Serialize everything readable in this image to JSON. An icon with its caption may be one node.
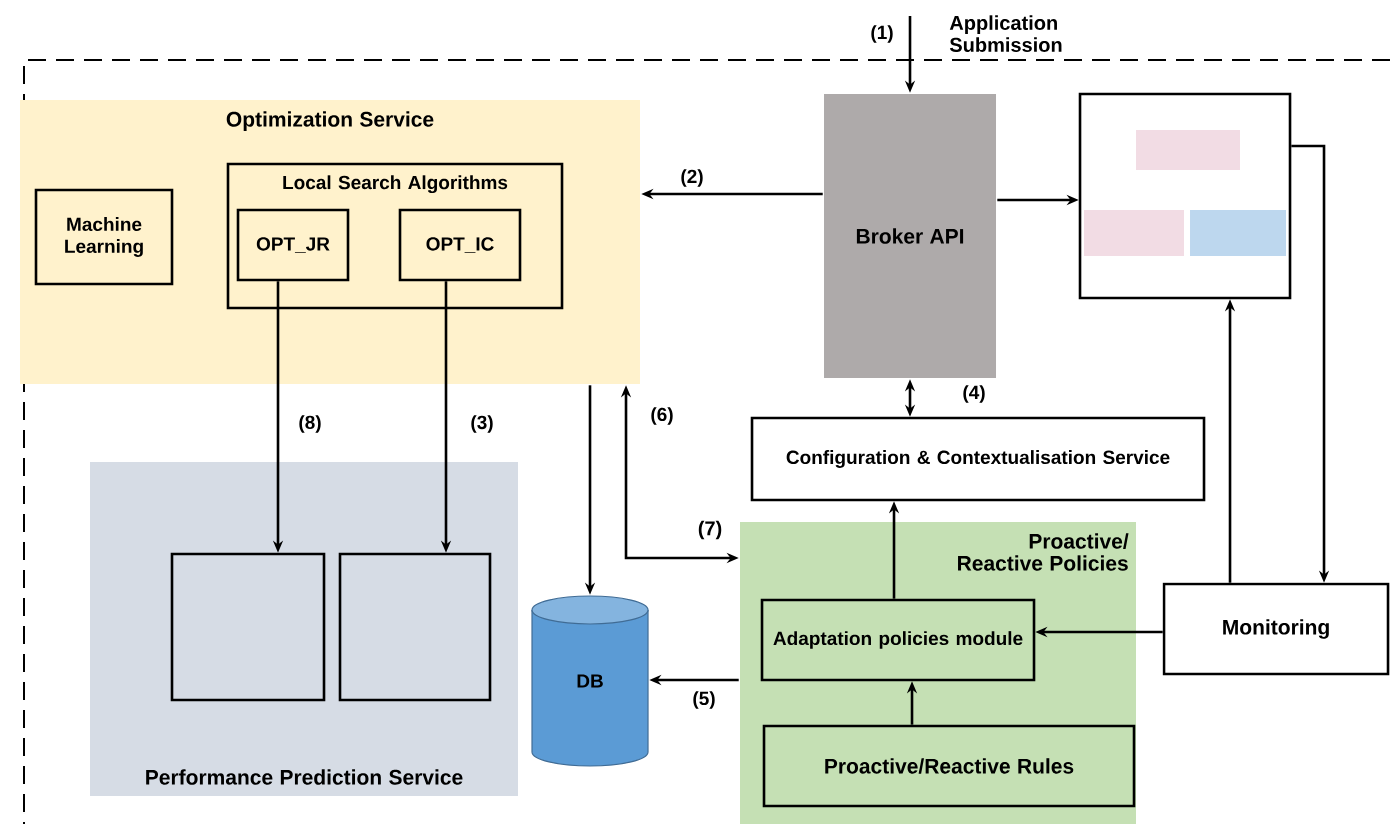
{
  "diagram": {
    "nodes": [
      {
        "text": [
          "Optimization Service"
        ]
      },
      {
        "text": [
          "Machine Learning"
        ],
        "in": 0
      },
      {
        "text": [
          "Local Search Algorithms"
        ],
        "in": 0
      },
      {
        "text": [
          "OPT_JR"
        ],
        "in": 2
      },
      {
        "text": [
          "OPT_IC"
        ],
        "in": 2
      },
      {
        "text": [
          "Broker API"
        ]
      },
      {
        "text": [],
        "shape": "box"
      },
      {
        "text": [],
        "shape": "box",
        "in": 6
      },
      {
        "text": [],
        "shape": "box",
        "in": 6
      },
      {
        "text": [],
        "shape": "box",
        "in": 6
      },
      {
        "text": [
          "Performance Prediction Service"
        ]
      },
      {
        "text": [],
        "shape": "box",
        "in": 10
      },
      {
        "text": [],
        "shape": "box",
        "in": 10
      },
      {
        "text": [
          "DB"
        ]
      },
      {
        "text": [
          "Configuration & Contextualisation Service"
        ]
      },
      {
        "text": [
          "Proactive/ Reactive Policies"
        ]
      },
      {
        "text": [
          "Adaptation policies module"
        ],
        "in": 15
      },
      {
        "text": [
          "Proactive/Reactive Rules"
        ],
        "in": 15
      },
      {
        "text": [
          "Monitoring"
        ]
      }
    ],
    "edges": [
      {
        "from": null,
        "to": 5,
        "arrow": "to",
        "label": "(1)"
      },
      {
        "from": 5,
        "to": 0,
        "arrow": "to",
        "label": "(2)"
      },
      {
        "from": 5,
        "to": 6,
        "arrow": "to"
      },
      {
        "from": 3,
        "to": 11,
        "arrow": "to",
        "label": "(8)"
      },
      {
        "from": 4,
        "to": 12,
        "arrow": "to",
        "label": "(3)"
      },
      {
        "from": 0,
        "to": 13,
        "arrow": "to"
      },
      {
        "from": 5,
        "to": 14,
        "arrow": "both",
        "label": "(4)"
      },
      {
        "from": 0,
        "to": 15,
        "arrow": "both",
        "label": "(6)"
      },
      {
        "from": 15,
        "to": 13,
        "arrow": "to",
        "label": "(5)"
      },
      {
        "from": 16,
        "to": 14,
        "arrow": "to"
      },
      {
        "from": 17,
        "to": 16,
        "arrow": "to"
      },
      {
        "from": 18,
        "to": 16,
        "arrow": "to"
      },
      {
        "from": 18,
        "to": 6,
        "arrow": "to"
      },
      {
        "from": 6,
        "to": 18,
        "arrow": "to"
      }
    ],
    "labels": [
      "Application Submission",
      "(7)"
    ]
  }
}
